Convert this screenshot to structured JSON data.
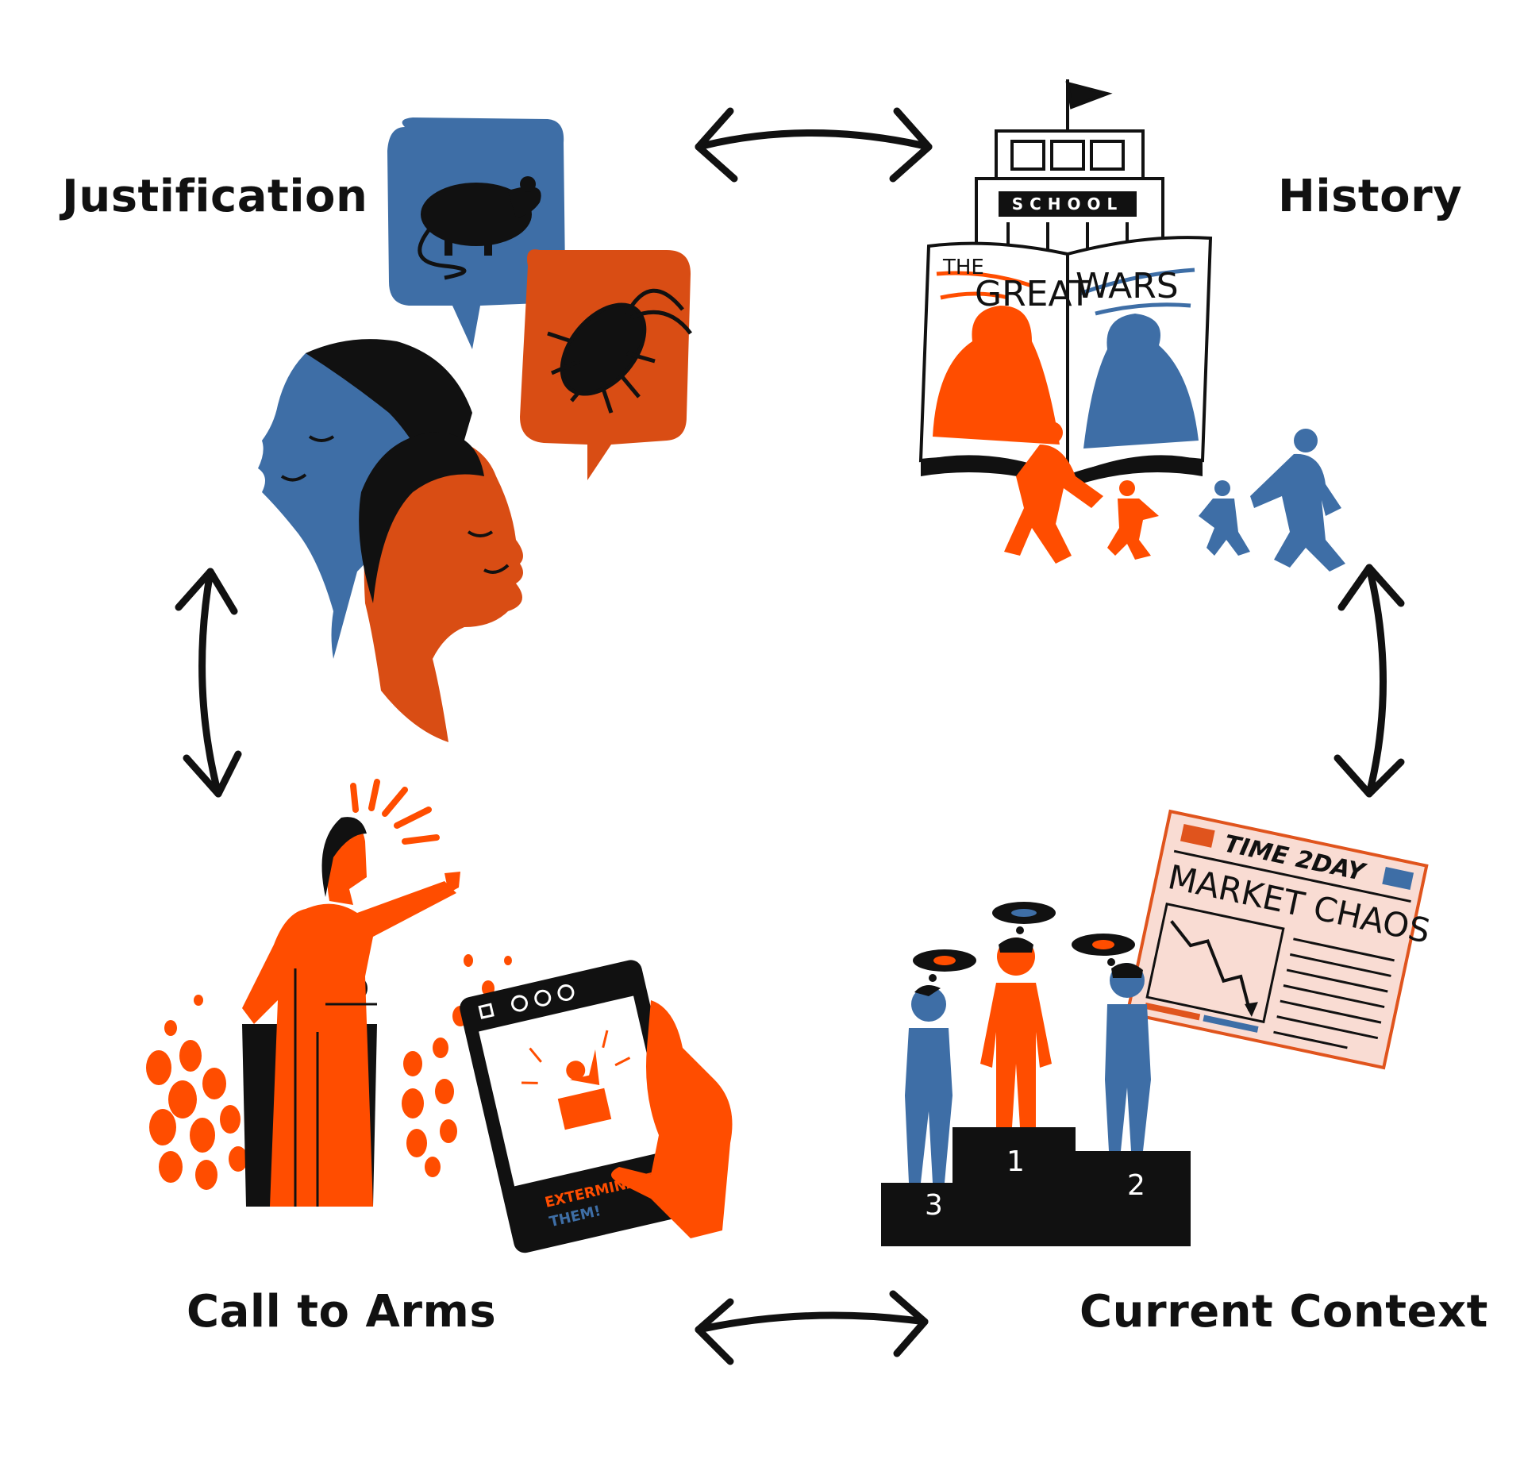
{
  "colors": {
    "blue": "#3e6ea6",
    "orange": "#e0541d",
    "red_orange": "#ff4d00",
    "ink": "#111111",
    "paper": "#f9dcd3"
  },
  "stages": {
    "justification": "Justification",
    "history": "History",
    "call_to_arms": "Call to Arms",
    "current_context": "Current Context"
  },
  "illustration_text": {
    "school_sign": "SCHOOL",
    "book_the": "THE",
    "book_great": "GREAT",
    "book_wars": "WARS",
    "newspaper_masthead": "TIME 2DAY",
    "newspaper_headline": "MARKET CHAOS",
    "podium_first": "1",
    "podium_second": "2",
    "podium_third": "3",
    "tablet_line1": "EXTERMINATE",
    "tablet_line2": "THEM!"
  },
  "icons": [
    "rat-icon",
    "cockroach-icon",
    "double-arrow-icon"
  ]
}
